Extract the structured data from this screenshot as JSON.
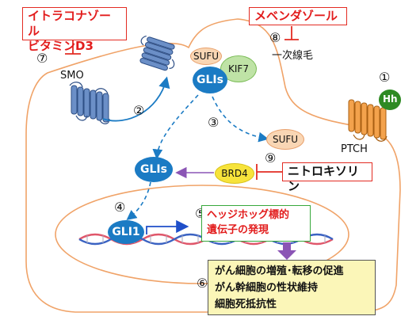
{
  "inhibitors": {
    "top_left_line1": "イトラコナゾール",
    "top_left_line2": "ビタミンD3",
    "top_right": "メベンダゾール",
    "right_mid": "ニトロキソリン"
  },
  "numbers": {
    "n1": "①",
    "n2": "②",
    "n3": "③",
    "n4": "④",
    "n5": "⑤",
    "n6": "⑥",
    "n7": "⑦",
    "n8": "⑧",
    "n9": "⑨"
  },
  "labels": {
    "smo": "SMO",
    "ptch": "PTCH",
    "hh": "Hh",
    "cilium": "一次線毛",
    "sufu_top": "SUFU",
    "kif7": "KIF7",
    "glis_top": "GLIs",
    "sufu_mid": "SUFU",
    "glis_mid": "GLIs",
    "brd4": "BRD4",
    "gli1": "GLI1"
  },
  "target_genes": {
    "line1": "ヘッジホッグ標的",
    "line2": "遺伝子の発現"
  },
  "outcomes": {
    "line1": "がん細胞の増殖･転移の促進",
    "line2": "がん幹細胞の性状維持",
    "line3": "細胞死抵抗性"
  },
  "colors": {
    "membrane": "#f0a368",
    "receptor_blue": "#6b8fc7",
    "receptor_orange": "#f3a24c",
    "gli_blue": "#1b7bc4",
    "hh_green": "#2e8a23",
    "inhibitor_red": "#e32b22",
    "brd4_yellow": "#f7e33b",
    "arrow_purple": "#8b55b5",
    "outcome_yellow": "#fbf6b8"
  }
}
